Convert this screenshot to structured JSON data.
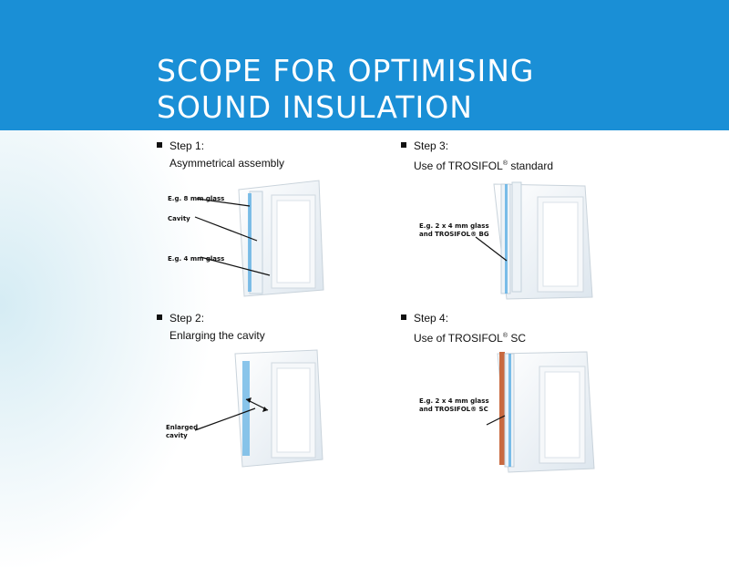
{
  "header": {
    "title_line1": "SCOPE FOR OPTIMISING",
    "title_line2": "SOUND INSULATION"
  },
  "colors": {
    "header_blue": "#1a8fd6",
    "glass_edge_blue": "#5aaee3",
    "interlayer_copper": "#c8693f"
  },
  "steps": [
    {
      "title": "Step 1:",
      "description": "Asymmetrical assembly",
      "labels": [
        "E.g. 8 mm glass",
        "Cavity",
        "E.g. 4 mm glass"
      ]
    },
    {
      "title": "Step 2:",
      "description": "Enlarging the cavity",
      "labels": [
        "Enlarged",
        "cavity"
      ]
    },
    {
      "title": "Step 3:",
      "description_prefix": "Use of TROSIFOL",
      "description_mark": "®",
      "description_suffix": " standard",
      "labels": [
        "E.g. 2 x 4 mm glass",
        "and TROSIFOL® BG"
      ]
    },
    {
      "title": "Step 4:",
      "description_prefix": "Use of TROSIFOL",
      "description_mark": "®",
      "description_suffix": " SC",
      "labels": [
        "E.g. 2 x 4 mm glass",
        "and TROSIFOL® SC"
      ]
    }
  ]
}
